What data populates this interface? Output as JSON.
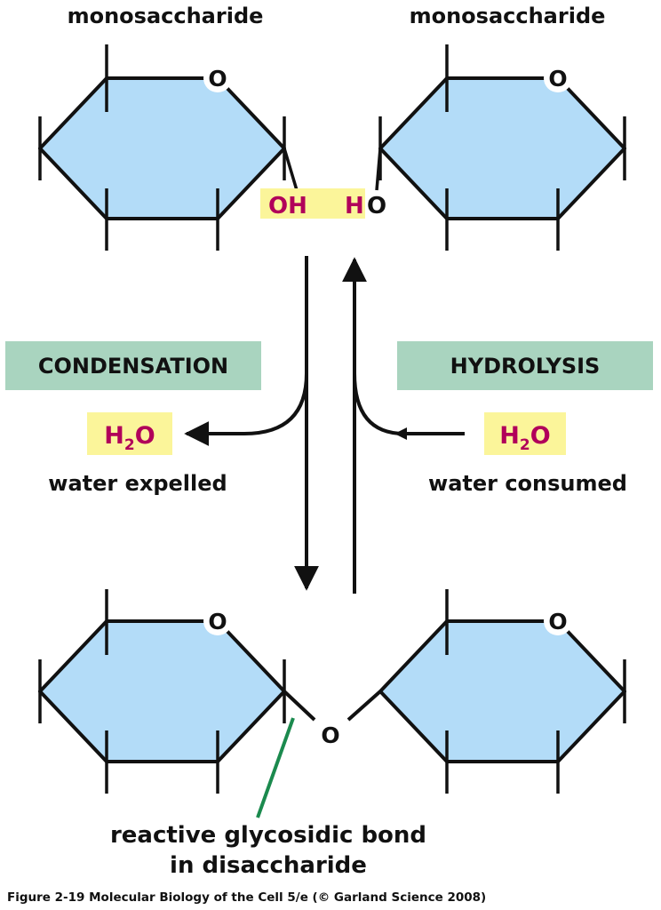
{
  "top_left_label": "monosaccharide",
  "top_right_label": "monosaccharide",
  "ring_oxygen": "O",
  "hydroxyl_left": "OH",
  "hydrogen_right": "H",
  "oxygen_right": "O",
  "condensation": {
    "title": "CONDENSATION",
    "water_formula": "H",
    "water_sub": "2",
    "water_o": "O",
    "caption": "water expelled"
  },
  "hydrolysis": {
    "title": "HYDROLYSIS",
    "water_formula": "H",
    "water_sub": "2",
    "water_o": "O",
    "caption": "water consumed"
  },
  "bridge_oxygen": "O",
  "bond_caption_line1": "reactive glycosidic bond",
  "bond_caption_line2": "in disaccharide",
  "figure_credit": "Figure 2-19  Molecular Biology of the Cell 5/e (© Garland Science 2008)",
  "colors": {
    "ring_fill": "#b3dcf8",
    "label_box": "#a9d4bf",
    "highlight": "#fbf59a",
    "magenta": "#b1005a",
    "pointer": "#1b8a4e"
  }
}
